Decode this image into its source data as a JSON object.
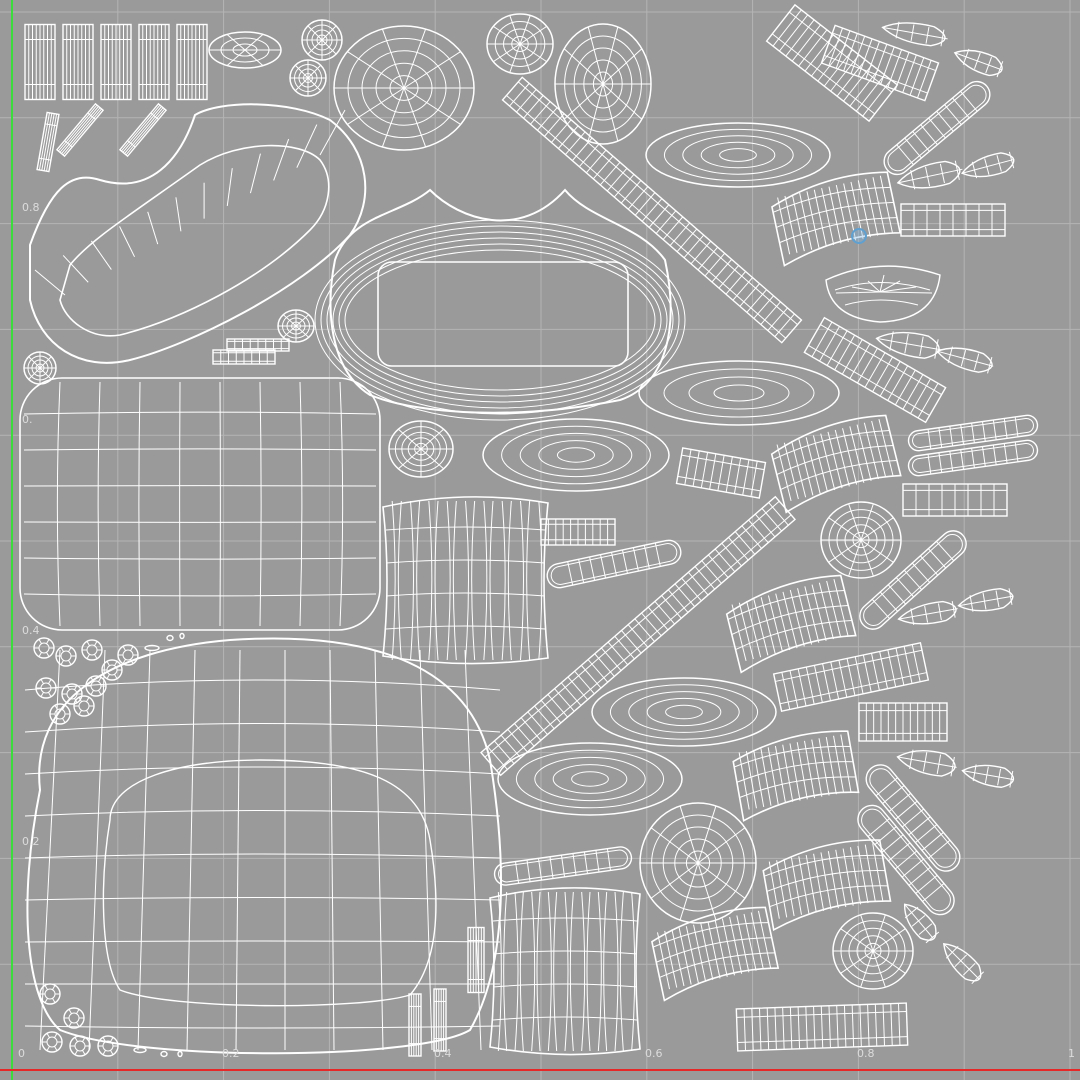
{
  "editor": {
    "view": "UV Editor",
    "colors": {
      "background": "#9a9a9a",
      "grid": "#b4b4b4",
      "wire": "#ffffff",
      "v_axis": "#3cdc3c",
      "u_axis": "#e62828",
      "selection": "#5fa0d0"
    },
    "grid": {
      "show": true,
      "divisions_per_unit": 10,
      "range_u": [
        0,
        1
      ],
      "range_v": [
        0,
        1
      ]
    }
  },
  "axes": {
    "u_ticks": [
      {
        "value": 0,
        "label": "0"
      },
      {
        "value": 0.2,
        "label": "0.2"
      },
      {
        "value": 0.4,
        "label": "0.4"
      },
      {
        "value": 0.6,
        "label": "0.6"
      },
      {
        "value": 0.8,
        "label": "0.8"
      },
      {
        "value": 1.0,
        "label": "1"
      }
    ],
    "v_ticks": [
      {
        "value": 0.2,
        "label": "0.2"
      },
      {
        "value": 0.4,
        "label": "0.4"
      },
      {
        "value": 0.6,
        "label": "0."
      },
      {
        "value": 0.8,
        "label": "0.8"
      }
    ]
  },
  "uv_islands_count": 80
}
